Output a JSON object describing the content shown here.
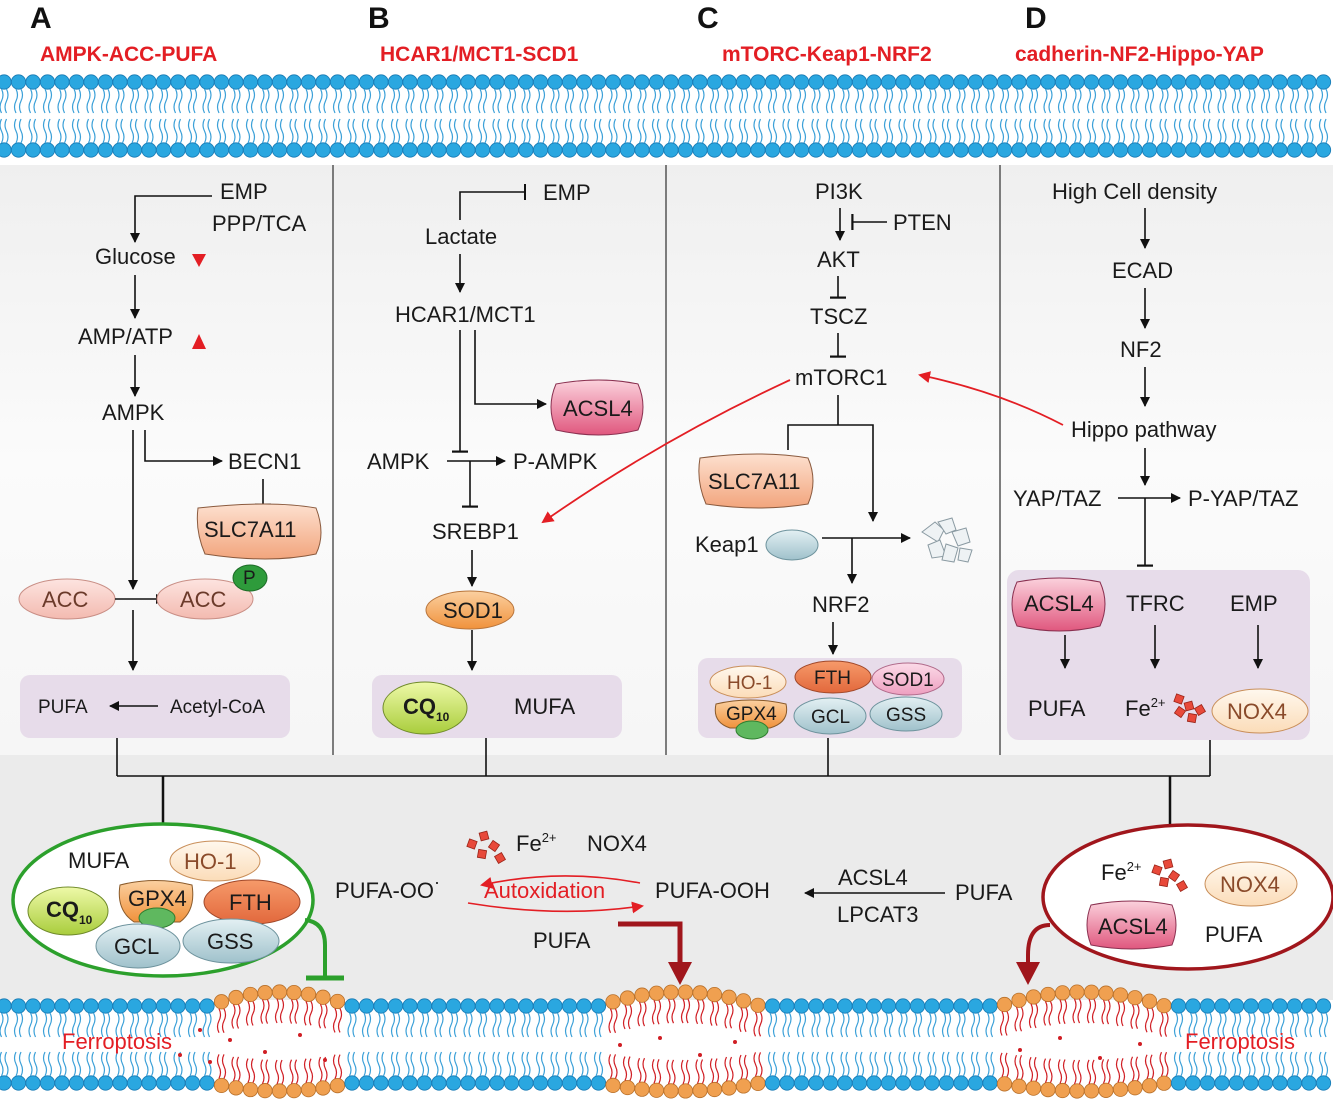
{
  "panels": {
    "A": {
      "letter": "A",
      "title": "AMPK-ACC-PUFA",
      "emp": "EMP",
      "ppp_tca": "PPP/TCA",
      "glucose": "Glucose",
      "amp_atp": "AMP/ATP",
      "ampk": "AMPK",
      "becn1": "BECN1",
      "slc7a11": "SLC7A11",
      "acc": "ACC",
      "acc_p": "ACC",
      "p": "P",
      "pufa": "PUFA",
      "acetyl_coa": "Acetyl-CoA"
    },
    "B": {
      "letter": "B",
      "title": "HCAR1/MCT1-SCD1",
      "emp": "EMP",
      "lactate": "Lactate",
      "hcar1_mct1": "HCAR1/MCT1",
      "acsl4": "ACSL4",
      "ampk": "AMPK",
      "p_ampk": "P-AMPK",
      "srebp1": "SREBP1",
      "sod1": "SOD1",
      "cq": "CQ",
      "cq_sub": "10",
      "mufa": "MUFA"
    },
    "C": {
      "letter": "C",
      "title": "mTORC-Keap1-NRF2",
      "pi3k": "PI3K",
      "pten": "PTEN",
      "akt": "AKT",
      "tscz": "TSCZ",
      "mtorc1": "mTORC1",
      "slc7a11": "SLC7A11",
      "keap1": "Keap1",
      "nrf2": "NRF2",
      "ho1": "HO-1",
      "fth": "FTH",
      "sod1": "SOD1",
      "gpx4": "GPX4",
      "gcl": "GCL",
      "gss": "GSS"
    },
    "D": {
      "letter": "D",
      "title": "cadherin-NF2-Hippo-YAP",
      "high_density": "High Cell density",
      "ecad": "ECAD",
      "nf2": "NF2",
      "hippo": "Hippo pathway",
      "yap_taz": "YAP/TAZ",
      "p_yap_taz": "P-YAP/TAZ",
      "acsl4": "ACSL4",
      "tfrc": "TFRC",
      "emp": "EMP",
      "pufa": "PUFA",
      "fe": "Fe",
      "fe_sup": "2+",
      "nox4": "NOX4"
    }
  },
  "bottom": {
    "left_oval": {
      "mufa": "MUFA",
      "ho1": "HO-1",
      "cq": "CQ",
      "cq_sub": "10",
      "gpx4": "GPX4",
      "fth": "FTH",
      "gcl": "GCL",
      "gss": "GSS"
    },
    "center": {
      "fe": "Fe",
      "fe_sup": "2+",
      "nox4": "NOX4",
      "pufa_oo": "PUFA-OO",
      "pufa_oo_dot": "·",
      "autoxidation": "Autoxidation",
      "pufa_ooh": "PUFA-OOH",
      "acsl4": "ACSL4",
      "lpcat3": "LPCAT3",
      "pufa_right": "PUFA",
      "pufa_below": "PUFA"
    },
    "right_oval": {
      "fe": "Fe",
      "fe_sup": "2+",
      "nox4": "NOX4",
      "acsl4": "ACSL4",
      "pufa": "PUFA"
    },
    "ferroptosis_left": "Ferroptosis",
    "ferroptosis_right": "Ferroptosis"
  },
  "colors": {
    "title_red": "#e31e24",
    "membrane_blue": "#2aa7e0",
    "damaged_orange": "#f0a050",
    "panel_purple": "#e7dcea",
    "inhibit_green": "#2ca02c",
    "dark_red": "#a0161c"
  }
}
